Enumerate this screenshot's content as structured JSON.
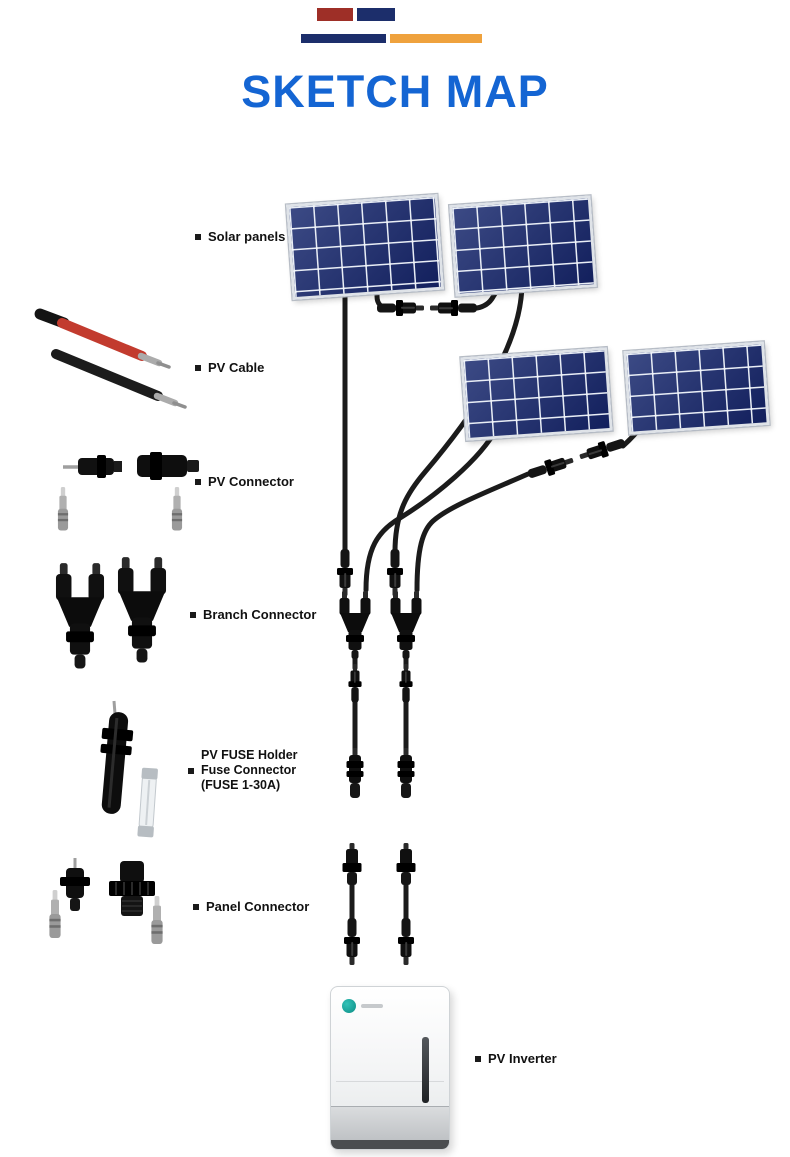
{
  "header": {
    "title": "SKETCH MAP",
    "title_color": "#1465d3",
    "accent_red": "#9e2f27",
    "accent_navy": "#1c2e6b",
    "accent_orange": "#efa23d"
  },
  "labels": {
    "solar_panels": "Solar panels",
    "pv_cable": "PV Cable",
    "pv_connector": "PV Connector",
    "branch_connector": "Branch Connector",
    "fuse_line1": "PV FUSE Holder",
    "fuse_line2": "Fuse Connector",
    "fuse_line3": "(FUSE 1-30A)",
    "panel_connector": "Panel Connector",
    "pv_inverter": "PV Inverter"
  },
  "colors": {
    "panel_cell_blue": "#17286e",
    "cable_black": "#1b1b1b",
    "cable_red": "#c23b2e",
    "fuse_glass": "#eef1f3"
  }
}
